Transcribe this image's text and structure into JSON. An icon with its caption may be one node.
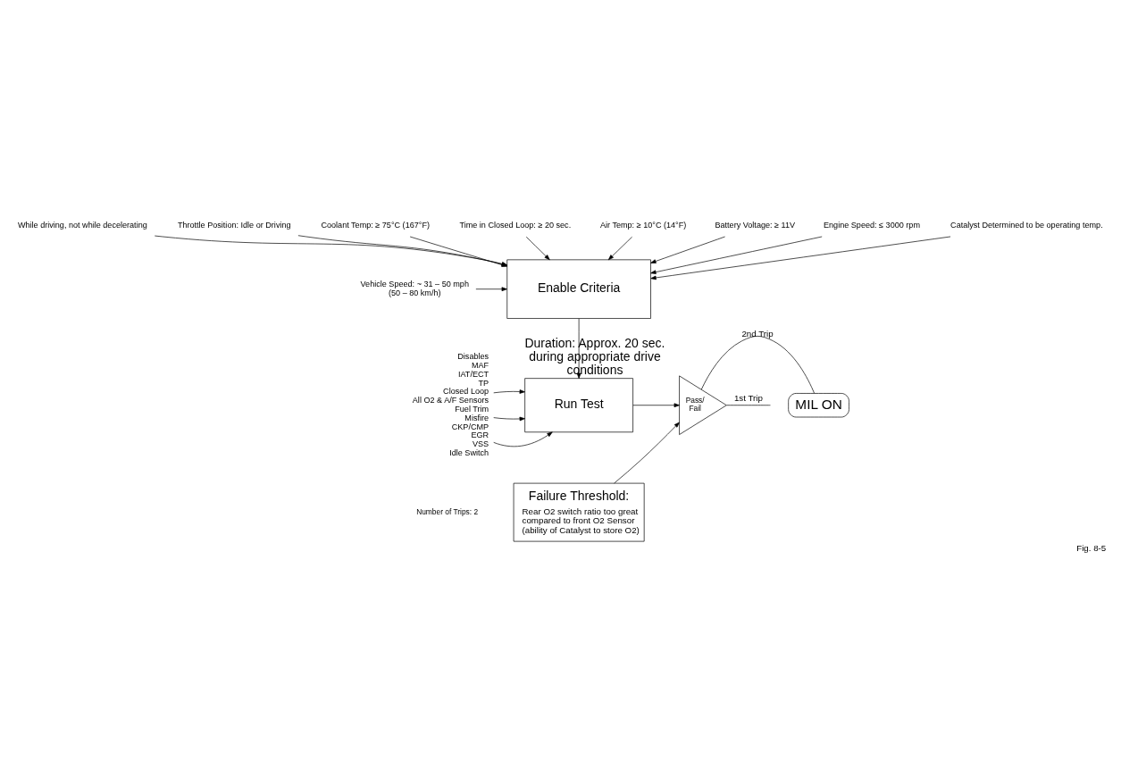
{
  "diagram": {
    "caption": "Fig. 8-5",
    "nodes": [
      {
        "text": [
          "While driving, not while decelerating"
        ]
      },
      {
        "text": [
          "Throttle Position: Idle or Driving"
        ]
      },
      {
        "text": [
          "Coolant Temp: ≥ 75°C (167°F)"
        ]
      },
      {
        "text": [
          "Time in Closed Loop: ≥ 20 sec."
        ]
      },
      {
        "text": [
          "Air Temp: ≥ 10°C (14°F)"
        ]
      },
      {
        "text": [
          "Battery Voltage: ≥ 11V"
        ]
      },
      {
        "text": [
          "Engine Speed: ≤ 3000 rpm"
        ]
      },
      {
        "text": [
          "Catalyst Determined to be operating temp."
        ]
      },
      {
        "text": [
          "Enable Criteria"
        ]
      },
      {
        "text": [
          "Vehicle Speed: ~ 31 – 50 mph (50 – 80 km/h)"
        ]
      },
      {
        "text": [
          "Disables",
          "MAF",
          "IAT/ECT",
          "TP",
          "Closed Loop",
          "All O2 & A/F Sensors",
          "Fuel Trim",
          "Misfire",
          "CKP/CMP",
          "EGR",
          "VSS",
          "Idle Switch"
        ]
      },
      {
        "text": [
          "Run Test"
        ],
        "beside": [
          "Duration: Approx. 20 sec. during appropriate drive conditions"
        ]
      },
      {
        "text": [
          "Pass/ Fail"
        ]
      },
      {
        "text": [
          "Failure Threshold:",
          "Rear O2 switch ratio too great compared to front O2 Sensor (ability of Catalyst to store O2)"
        ]
      },
      {
        "text": [
          "MIL ON"
        ]
      }
    ],
    "edges": [
      {
        "from": 0,
        "to": 8,
        "arrow": "to"
      },
      {
        "from": 1,
        "to": 8,
        "arrow": "to"
      },
      {
        "from": 2,
        "to": 8,
        "arrow": "to"
      },
      {
        "from": 3,
        "to": 8,
        "arrow": "to"
      },
      {
        "from": 4,
        "to": 8,
        "arrow": "to"
      },
      {
        "from": 5,
        "to": 8,
        "arrow": "to"
      },
      {
        "from": 6,
        "to": 8,
        "arrow": "to"
      },
      {
        "from": 7,
        "to": 8,
        "arrow": "to"
      },
      {
        "from": 9,
        "to": 8,
        "arrow": "to"
      },
      {
        "from": 8,
        "to": 11,
        "arrow": "to"
      },
      {
        "from": 10,
        "to": 11,
        "arrow": "to"
      },
      {
        "from": 10,
        "to": 11,
        "arrow": "to"
      },
      {
        "from": 10,
        "to": 11,
        "arrow": "to"
      },
      {
        "from": 11,
        "to": 12,
        "arrow": "to"
      },
      {
        "from": 13,
        "to": 12,
        "arrow": "to"
      },
      {
        "from": 12,
        "to": null,
        "arrow": "none",
        "label": "1st Trip"
      },
      {
        "from": 12,
        "to": 14,
        "arrow": "none",
        "label": "2nd Trip"
      }
    ],
    "labels": [
      "Number of Trips: 2"
    ]
  }
}
